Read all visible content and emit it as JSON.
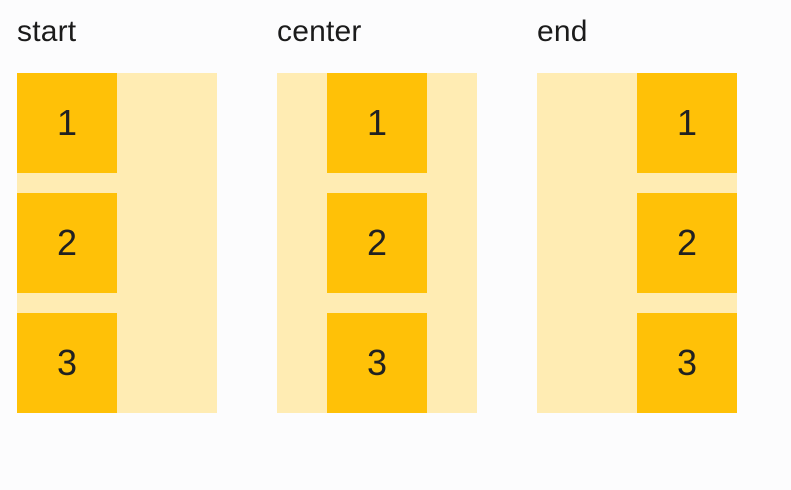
{
  "demo": {
    "columns": [
      {
        "label": "start",
        "alignment": "start",
        "items": [
          "1",
          "2",
          "3"
        ]
      },
      {
        "label": "center",
        "alignment": "center",
        "items": [
          "1",
          "2",
          "3"
        ]
      },
      {
        "label": "end",
        "alignment": "end",
        "items": [
          "1",
          "2",
          "3"
        ]
      }
    ]
  },
  "colors": {
    "page_background": "#fcfcfd",
    "container_background": "#ffecb3",
    "item_background": "#ffc107",
    "title_text": "#1b1b1b",
    "item_text": "#212121"
  }
}
